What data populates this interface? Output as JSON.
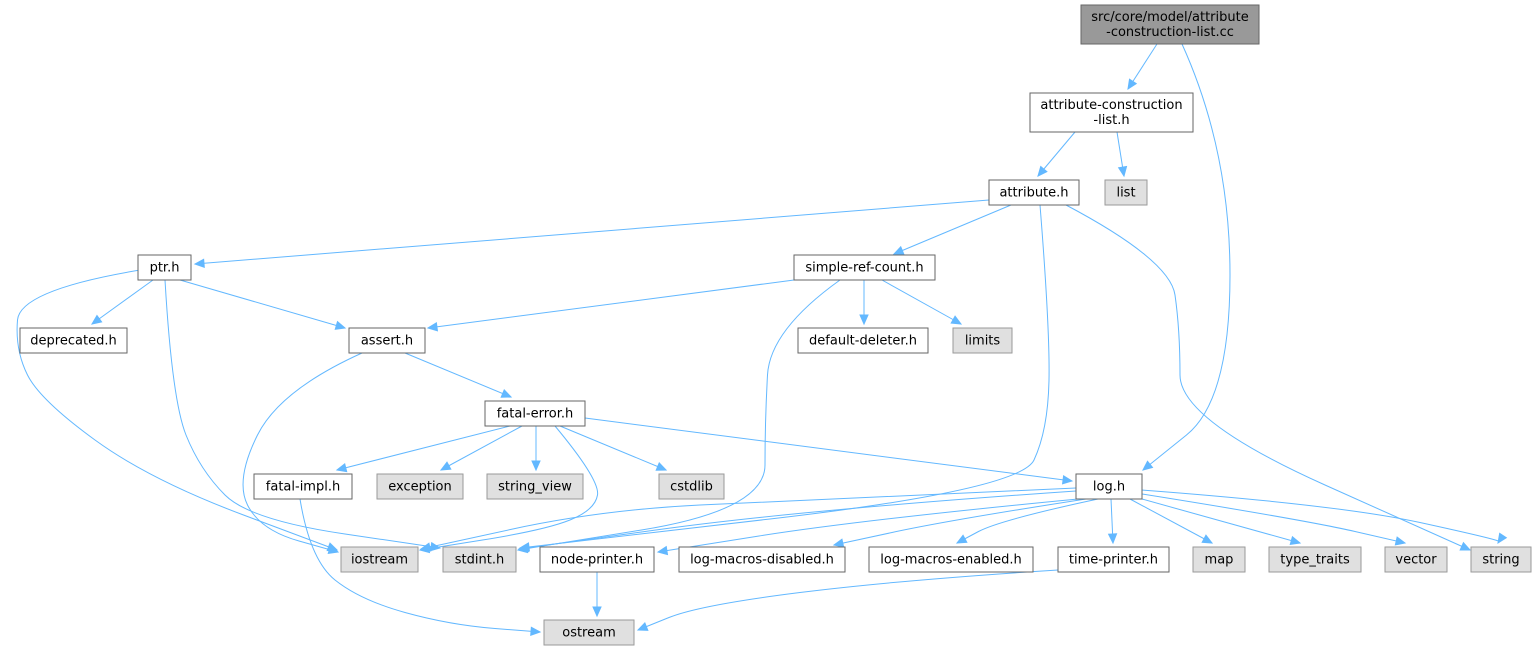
{
  "colors": {
    "root_fill": "#999999",
    "root_stroke": "#666666",
    "local_fill": "#ffffff",
    "local_stroke": "#666666",
    "system_fill": "#e0e0e0",
    "system_stroke": "#999999",
    "edge": "#63b8ff"
  },
  "nodes": [
    {
      "id": "root",
      "kind": "root",
      "lines": [
        "src/core/model/attribute",
        "-construction-list.cc"
      ]
    },
    {
      "id": "acl_h",
      "kind": "local",
      "lines": [
        "attribute-construction",
        "-list.h"
      ]
    },
    {
      "id": "list",
      "kind": "system",
      "lines": [
        "list"
      ]
    },
    {
      "id": "attribute_h",
      "kind": "local",
      "lines": [
        "attribute.h"
      ]
    },
    {
      "id": "ptr_h",
      "kind": "local",
      "lines": [
        "ptr.h"
      ]
    },
    {
      "id": "simple_ref_count_h",
      "kind": "local",
      "lines": [
        "simple-ref-count.h"
      ]
    },
    {
      "id": "deprecated_h",
      "kind": "local",
      "lines": [
        "deprecated.h"
      ]
    },
    {
      "id": "assert_h",
      "kind": "local",
      "lines": [
        "assert.h"
      ]
    },
    {
      "id": "default_deleter_h",
      "kind": "local",
      "lines": [
        "default-deleter.h"
      ]
    },
    {
      "id": "limits",
      "kind": "system",
      "lines": [
        "limits"
      ]
    },
    {
      "id": "fatal_error_h",
      "kind": "local",
      "lines": [
        "fatal-error.h"
      ]
    },
    {
      "id": "fatal_impl_h",
      "kind": "local",
      "lines": [
        "fatal-impl.h"
      ]
    },
    {
      "id": "exception",
      "kind": "system",
      "lines": [
        "exception"
      ]
    },
    {
      "id": "string_view",
      "kind": "system",
      "lines": [
        "string_view"
      ]
    },
    {
      "id": "cstdlib",
      "kind": "system",
      "lines": [
        "cstdlib"
      ]
    },
    {
      "id": "log_h",
      "kind": "local",
      "lines": [
        "log.h"
      ]
    },
    {
      "id": "iostream",
      "kind": "system",
      "lines": [
        "iostream"
      ]
    },
    {
      "id": "stdint_h",
      "kind": "system",
      "lines": [
        "stdint.h"
      ]
    },
    {
      "id": "node_printer_h",
      "kind": "local",
      "lines": [
        "node-printer.h"
      ]
    },
    {
      "id": "log_macros_disabled_h",
      "kind": "local",
      "lines": [
        "log-macros-disabled.h"
      ]
    },
    {
      "id": "log_macros_enabled_h",
      "kind": "local",
      "lines": [
        "log-macros-enabled.h"
      ]
    },
    {
      "id": "time_printer_h",
      "kind": "local",
      "lines": [
        "time-printer.h"
      ]
    },
    {
      "id": "map",
      "kind": "system",
      "lines": [
        "map"
      ]
    },
    {
      "id": "type_traits",
      "kind": "system",
      "lines": [
        "type_traits"
      ]
    },
    {
      "id": "vector",
      "kind": "system",
      "lines": [
        "vector"
      ]
    },
    {
      "id": "string",
      "kind": "system",
      "lines": [
        "string"
      ]
    },
    {
      "id": "ostream",
      "kind": "system",
      "lines": [
        "ostream"
      ]
    }
  ],
  "edges": [
    {
      "from": "root",
      "to": "acl_h"
    },
    {
      "from": "root",
      "to": "log_h"
    },
    {
      "from": "acl_h",
      "to": "attribute_h"
    },
    {
      "from": "acl_h",
      "to": "list"
    },
    {
      "from": "attribute_h",
      "to": "ptr_h"
    },
    {
      "from": "attribute_h",
      "to": "simple_ref_count_h"
    },
    {
      "from": "attribute_h",
      "to": "stdint_h"
    },
    {
      "from": "attribute_h",
      "to": "string"
    },
    {
      "from": "ptr_h",
      "to": "deprecated_h"
    },
    {
      "from": "ptr_h",
      "to": "assert_h"
    },
    {
      "from": "ptr_h",
      "to": "iostream"
    },
    {
      "from": "ptr_h",
      "to": "stdint_h"
    },
    {
      "from": "simple_ref_count_h",
      "to": "assert_h"
    },
    {
      "from": "simple_ref_count_h",
      "to": "default_deleter_h"
    },
    {
      "from": "simple_ref_count_h",
      "to": "limits"
    },
    {
      "from": "simple_ref_count_h",
      "to": "stdint_h"
    },
    {
      "from": "assert_h",
      "to": "fatal_error_h"
    },
    {
      "from": "assert_h",
      "to": "iostream"
    },
    {
      "from": "fatal_error_h",
      "to": "fatal_impl_h"
    },
    {
      "from": "fatal_error_h",
      "to": "exception"
    },
    {
      "from": "fatal_error_h",
      "to": "string_view"
    },
    {
      "from": "fatal_error_h",
      "to": "cstdlib"
    },
    {
      "from": "fatal_error_h",
      "to": "log_h"
    },
    {
      "from": "fatal_error_h",
      "to": "iostream"
    },
    {
      "from": "fatal_impl_h",
      "to": "ostream"
    },
    {
      "from": "log_h",
      "to": "iostream"
    },
    {
      "from": "log_h",
      "to": "stdint_h"
    },
    {
      "from": "log_h",
      "to": "node_printer_h"
    },
    {
      "from": "log_h",
      "to": "log_macros_disabled_h"
    },
    {
      "from": "log_h",
      "to": "log_macros_enabled_h"
    },
    {
      "from": "log_h",
      "to": "time_printer_h"
    },
    {
      "from": "log_h",
      "to": "map"
    },
    {
      "from": "log_h",
      "to": "type_traits"
    },
    {
      "from": "log_h",
      "to": "vector"
    },
    {
      "from": "log_h",
      "to": "string"
    },
    {
      "from": "node_printer_h",
      "to": "ostream"
    },
    {
      "from": "time_printer_h",
      "to": "ostream"
    }
  ]
}
